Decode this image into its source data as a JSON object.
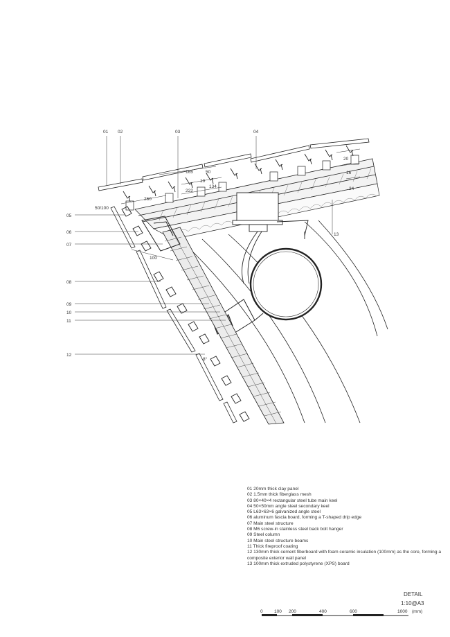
{
  "callouts": [
    "01",
    "02",
    "03",
    "04",
    "05",
    "06",
    "07",
    "08",
    "09",
    "10",
    "11",
    "12",
    "13"
  ],
  "dimensions": {
    "d165": "165",
    "d50": "50",
    "d10": "10",
    "d222": "222",
    "d134": "134",
    "d260": "260",
    "d50_100": "50/100",
    "d20": "20",
    "d16": "16",
    "d24": "24",
    "d100": "100",
    "angle": "8°"
  },
  "legend": [
    "01 20mm thick clay panel",
    "02 1.5mm thick fiberglass mesh",
    "03 80×40×4 rectangular steel tube main keel",
    "04 50×50mm angle steel secondary keel",
    "05 L63×63×6 galvanized angle steel",
    "06 aluminum fascia board, forming a T-shaped drip edge",
    "07 Main steel structure",
    "08 M6 screw-in stainless steel back bolt hanger",
    "09 Steel column",
    "10 Main steel structure beams",
    "11 Thick fireproof coating",
    "12 130mm thick cement fiberboard with foam ceramic insulation (100mm) as the core, forming a composite exterior wall panel",
    "13 100mm thick extruded polystyrene (XPS) board"
  ],
  "title": "DETAIL",
  "scale": "1:10@A3",
  "scale_bar": {
    "ticks": [
      "0",
      "100",
      "200",
      "400",
      "600",
      "1000"
    ],
    "unit": "(mm)"
  }
}
